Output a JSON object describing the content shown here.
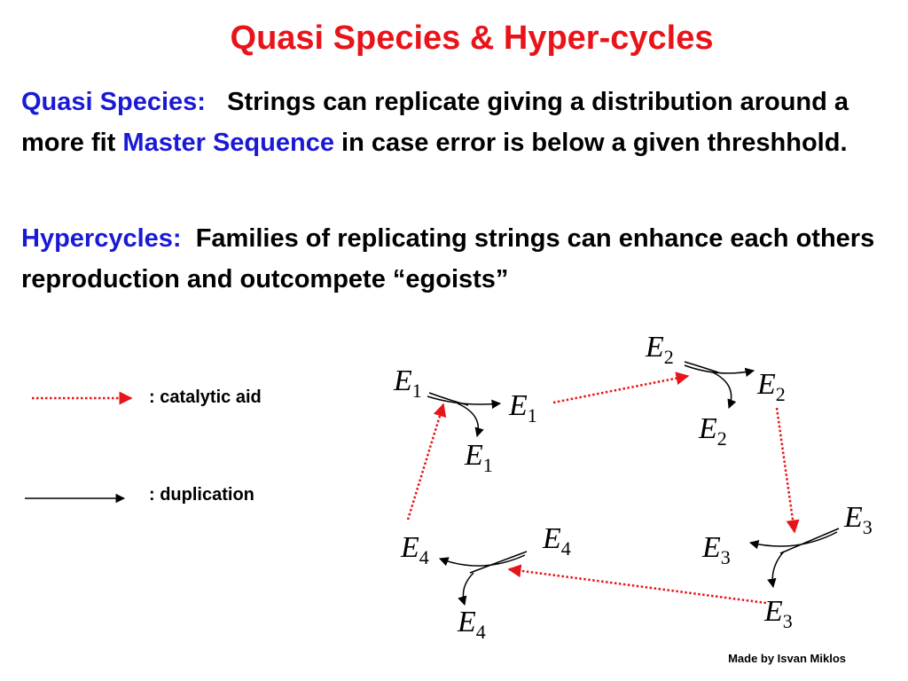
{
  "title": "Quasi Species & Hyper-cycles",
  "quasi": {
    "lead": "Quasi Species:",
    "text_before": "Strings can replicate giving a distribution around a more fit",
    "highlight": "Master Sequence",
    "text_after": "in case error is below a given threshhold."
  },
  "hyper": {
    "lead": "Hypercycles:",
    "text": "Families of replicating strings can enhance each others reproduction and outcompete “egoists”"
  },
  "legend": {
    "catalytic_label": ": catalytic aid",
    "duplication_label": ": duplication"
  },
  "nodes": {
    "letter": "E",
    "sub1": "1",
    "sub2": "2",
    "sub3": "3",
    "sub4": "4"
  },
  "colors": {
    "title": "#e8141a",
    "accent_blue": "#1a1ad6",
    "catalytic": "#e8141a",
    "duplication": "#000000"
  },
  "credit": "Made by Isvan Miklos"
}
